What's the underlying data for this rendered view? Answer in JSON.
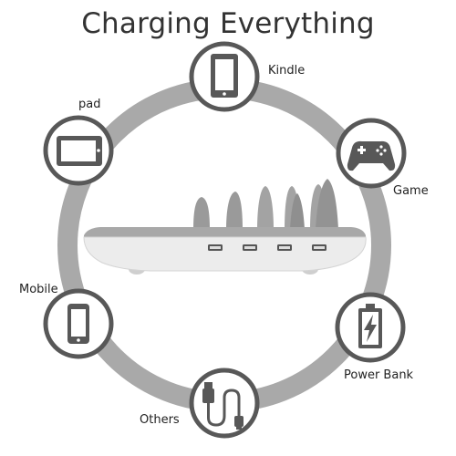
{
  "title": "Charging Everything",
  "labels": {
    "kindle": "Kindle",
    "pad": "pad",
    "game": "Game",
    "mobile": "Mobile",
    "power_bank": "Power Bank",
    "others": "Others"
  },
  "icons": {
    "kindle": "tablet-icon",
    "pad": "landscape-tablet-icon",
    "game": "gamepad-icon",
    "mobile": "phone-icon",
    "power_bank": "battery-bolt-icon",
    "others": "usb-cable-icon"
  },
  "colors": {
    "ring": "#a9a9a9",
    "icon": "#585858",
    "station_body": "#ededed",
    "station_slots": "#9a9a9a"
  }
}
